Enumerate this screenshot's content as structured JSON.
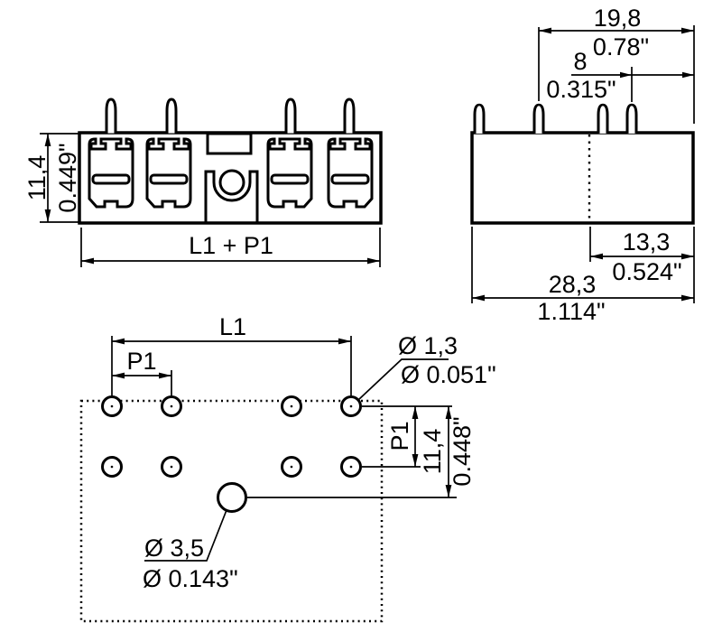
{
  "colors": {
    "line": "#000000",
    "background": "#ffffff"
  },
  "front_view": {
    "height_mm": "11,4",
    "height_in": "0.449\"",
    "width_label": "L1 + P1"
  },
  "side_view": {
    "pin_span_mm": "19,8",
    "pin_span_in": "0.78\"",
    "pin_offset_mm": "8",
    "pin_offset_in": "0.315\"",
    "flange_depth_mm": "13,3",
    "flange_depth_in": "0.524\"",
    "total_depth_mm": "28,3",
    "total_depth_in": "1.114\""
  },
  "drill_view": {
    "row_length_label": "L1",
    "pitch_label": "P1",
    "small_hole_dia_mm": "Ø 1,3",
    "small_hole_dia_in": "Ø 0.051\"",
    "pitch_vertical_label": "P1",
    "row_spacing_mm": "11,4",
    "row_spacing_in": "0.448\"",
    "large_hole_dia_mm": "Ø 3,5",
    "large_hole_dia_in": "Ø 0.143\""
  }
}
